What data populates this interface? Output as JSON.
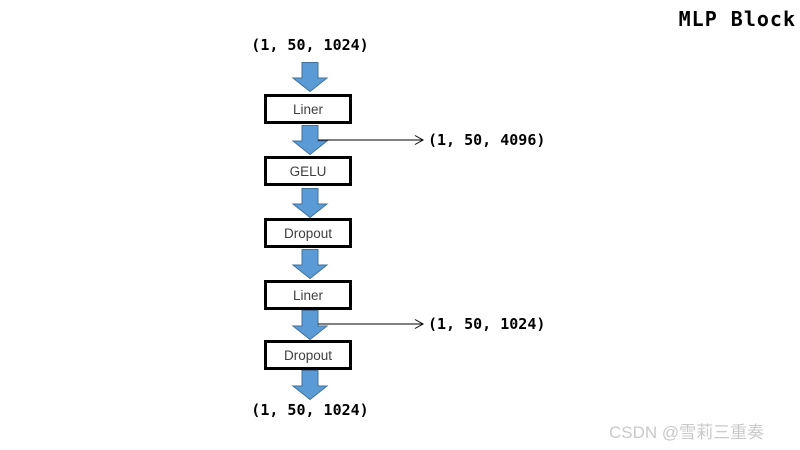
{
  "title": "MLP Block",
  "watermark": "CSDN @雪莉三重奏",
  "flow": {
    "input_label": "(1, 50, 1024)",
    "output_label": "(1, 50, 1024)",
    "boxes": [
      {
        "label": "Liner"
      },
      {
        "label": "GELU"
      },
      {
        "label": "Dropout"
      },
      {
        "label": "Liner"
      },
      {
        "label": "Dropout"
      }
    ],
    "annotations": [
      {
        "label": "(1, 50, 4096)"
      },
      {
        "label": "(1, 50, 1024)"
      }
    ]
  },
  "colors": {
    "arrow_fill": "#5b9bd5",
    "arrow_border": "#41719c",
    "box_border": "#000000",
    "watermark_color": "#c9c9c9"
  }
}
